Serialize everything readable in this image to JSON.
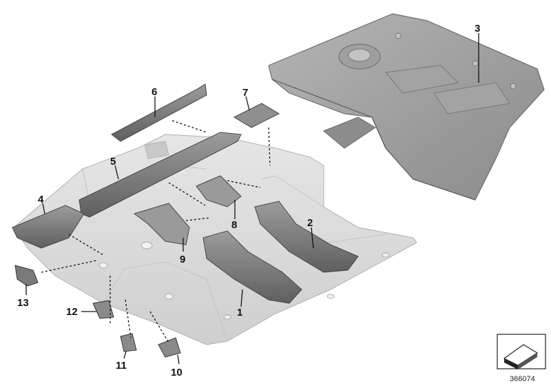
{
  "diagram": {
    "reference_number": "366074",
    "colors": {
      "floor_light": "#d9d9d9",
      "floor_edge": "#bdbdbd",
      "trunk_dark": "#8e8e8e",
      "trunk_mid": "#a8a8a8",
      "part_dark": "#6f6f6f",
      "part_mid": "#9a9a9a"
    },
    "callouts": {
      "c1": "1",
      "c2": "2",
      "c3": "3",
      "c4": "4",
      "c5": "5",
      "c6": "6",
      "c7": "7",
      "c8": "8",
      "c9": "9",
      "c10": "10",
      "c11": "11",
      "c12": "12",
      "c13": "13"
    },
    "icons": {
      "corner": "folded-sheet-arrow-icon"
    }
  }
}
